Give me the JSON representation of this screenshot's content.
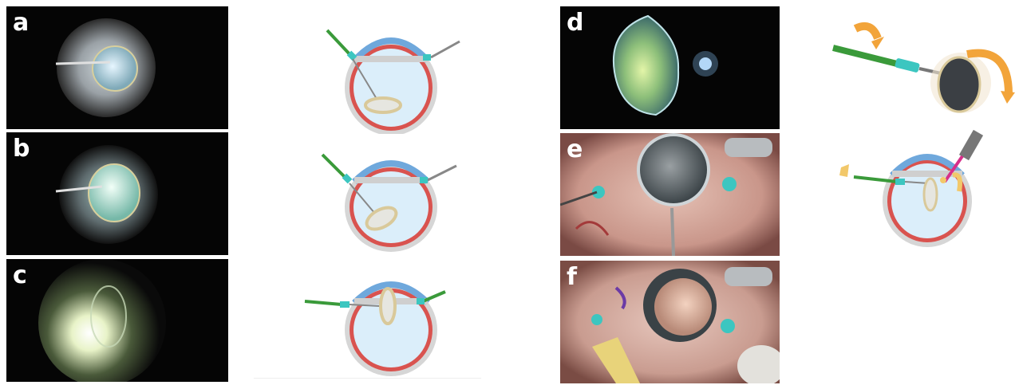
{
  "panels": [
    {
      "label": "a",
      "kind": "photo",
      "scene": "dark-eye-lens-probe"
    },
    {
      "label": "b",
      "kind": "photo",
      "scene": "dark-eye-lens-tilt"
    },
    {
      "label": "c",
      "kind": "photo",
      "scene": "dark-eye-lens-glow"
    },
    {
      "label": "d",
      "kind": "photo",
      "scene": "dark-lens-extracted"
    },
    {
      "label": "e",
      "kind": "photo",
      "scene": "surgical-eye-trocars"
    },
    {
      "label": "f",
      "kind": "photo",
      "scene": "surgical-eye-suture"
    }
  ],
  "diagrams": [
    {
      "name": "schematic-a",
      "stage": "lens-flat-bottom"
    },
    {
      "name": "schematic-b",
      "stage": "lens-tilted"
    },
    {
      "name": "schematic-c",
      "stage": "lens-vertical-center"
    },
    {
      "name": "schematic-d",
      "stage": "lens-rotation"
    },
    {
      "name": "schematic-e",
      "stage": "lens-scleral-fixation"
    }
  ],
  "colors": {
    "photo_bg": "#050505",
    "cornea": "#6fa8dc",
    "sclera": "#c8c8c8",
    "choroid": "#d9534f",
    "vitreous": "#dbeefa",
    "instrument": "#3a9a3a",
    "trocar": "#3cc6c0",
    "lens_ring": "#d9c99a",
    "arrow": "#f2a43a"
  }
}
